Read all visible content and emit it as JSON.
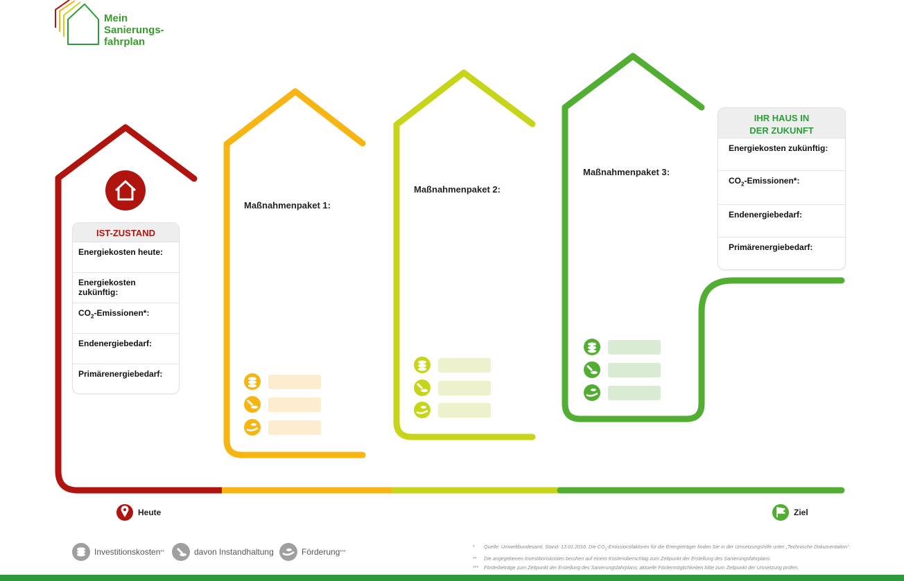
{
  "logo": {
    "line1": "Mein",
    "line2": "Sanierungs-",
    "line3": "fahrplan"
  },
  "ist": {
    "title": "IST-ZUSTAND",
    "rows": [
      "Energiekosten heute:",
      "Energiekosten zukünftig:",
      "-Emissionen*:",
      "Endenergiebedarf:",
      "Primärenergiebedarf:"
    ],
    "co2_prefix": "CO",
    "co2_sub": "2"
  },
  "packages": [
    {
      "label": "Maßnahmenpaket 1:",
      "color": "#f7b514",
      "bar_color": "#fdeccd"
    },
    {
      "label": "Maßnahmenpaket 2:",
      "color": "#c6d51a",
      "bar_color": "#eef2cc"
    },
    {
      "label": "Maßnahmenpaket 3:",
      "color": "#52ae32",
      "bar_color": "#d9ebd3"
    }
  ],
  "future": {
    "title_line1": "IHR HAUS IN",
    "title_line2": "DER ZUKUNFT",
    "rows": [
      "Energiekosten zukünftig:",
      "-Emissionen*:",
      "Endenergiebedarf:",
      "Primärenergiebedarf:"
    ],
    "co2_prefix": "CO",
    "co2_sub": "2"
  },
  "timeline": {
    "start": "Heute",
    "end": "Ziel"
  },
  "legend": {
    "invest": "Investitionskosten",
    "invest_mark": "**",
    "instand": "davon Instandhaltung",
    "foerderung": "Förderung",
    "foerderung_mark": "***"
  },
  "footnotes": [
    {
      "mark": "*",
      "text_a": "Quelle: Umweltbundesamt, Stand: 13.01.2016. Die CO",
      "sub": "2",
      "text_b": "-Emissionsfaktoren für die Energieträger finden Sie in der Umsetzungshilfe unter „Technische Dokumentation“."
    },
    {
      "mark": "**",
      "text": "Die angegebenen Investitionskosten beruhen auf einem Kostenüberschlag zum Zeitpunkt der Erstellung des Sanierungsfahrplans."
    },
    {
      "mark": "***",
      "text": "Förderbeträge zum Zeitpunkt der Erstellung des Sanierungsfahrplans; aktuelle Fördermöglichkeiten bitte zum Zeitpunkt der Umsetzung prüfen."
    }
  ],
  "colors": {
    "red": "#b0140f",
    "orange": "#f7b514",
    "lime": "#c6d51a",
    "green": "#52ae32",
    "brand_green": "#2e9a3b",
    "grey_icon": "#9f9f9f"
  },
  "icons": [
    "house-icon",
    "coins-icon",
    "wrench-coins-icon",
    "hand-coins-icon",
    "location-pin-icon",
    "flag-icon"
  ]
}
